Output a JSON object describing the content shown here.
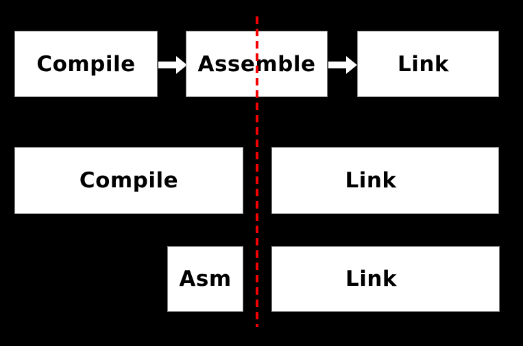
{
  "diagram": {
    "title": "compilation-pipeline-diagram",
    "colors": {
      "background": "#000000",
      "box_fill": "#ffffff",
      "box_border": "#8a8a8a",
      "text": "#000000",
      "divider": "#f50000",
      "arrow_fill": "#ffffff"
    },
    "divider": {
      "style": "dashed",
      "orientation": "vertical"
    },
    "top_row": {
      "boxes": [
        {
          "label": "Compile"
        },
        {
          "label": "Assemble"
        },
        {
          "label": "Link"
        }
      ],
      "arrows": [
        {
          "icon": "arrow-right-icon"
        },
        {
          "icon": "arrow-right-icon"
        }
      ]
    },
    "middle_row": {
      "boxes": [
        {
          "label": "Compile"
        },
        {
          "label": "Link"
        }
      ]
    },
    "bottom_row": {
      "boxes": [
        {
          "label": "Asm"
        },
        {
          "label": "Link"
        }
      ]
    }
  }
}
